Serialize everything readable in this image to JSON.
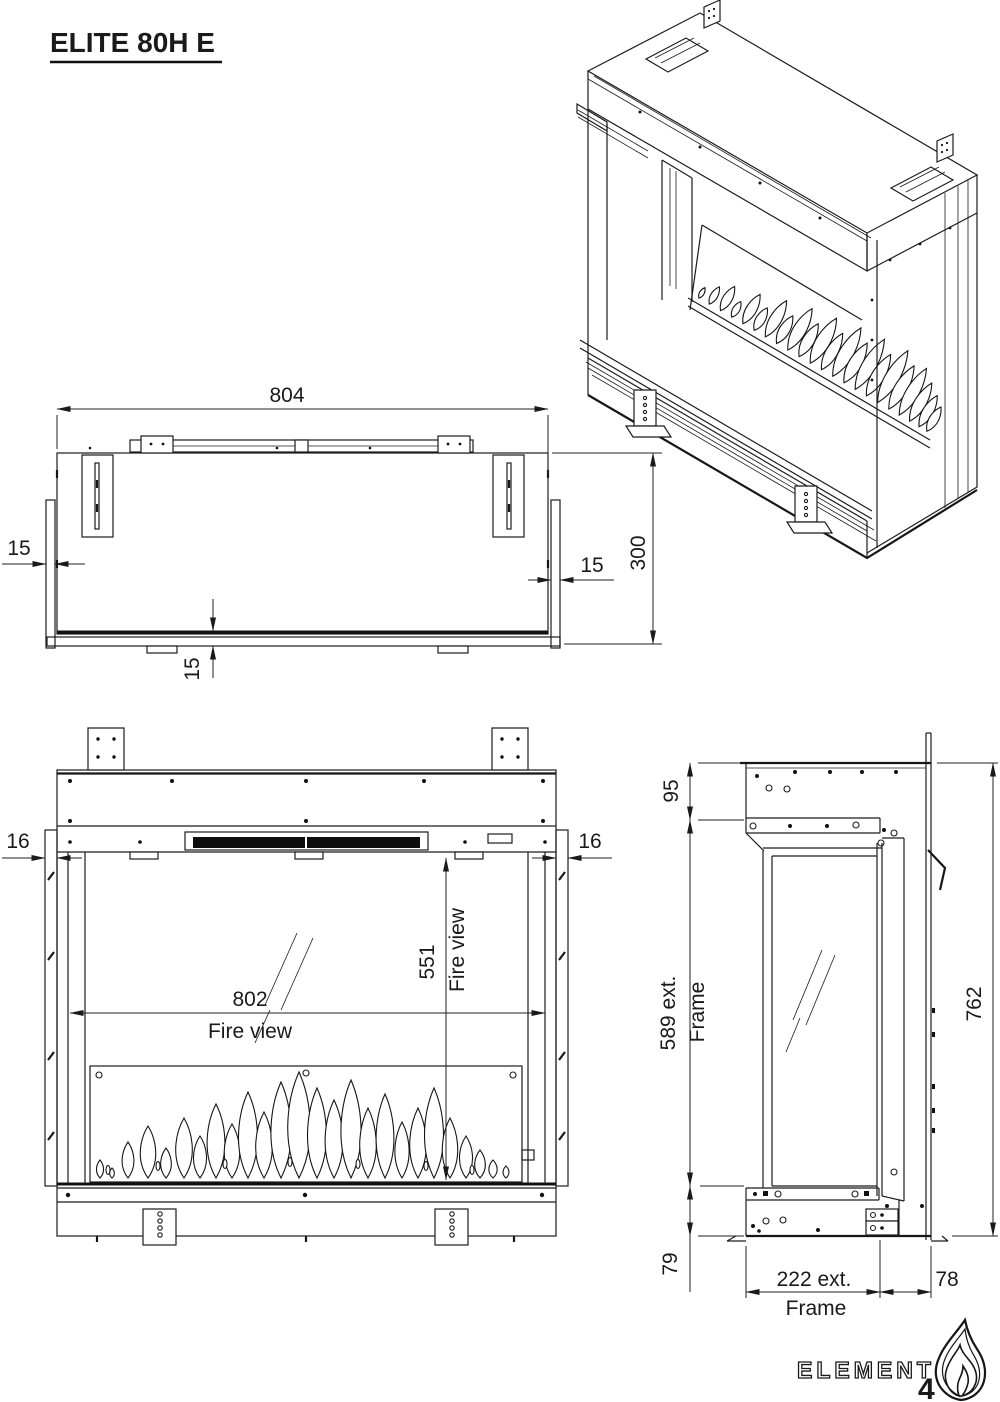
{
  "title": "ELITE 80H E",
  "top_view": {
    "width": "804",
    "depth": "300",
    "glass_left": "15",
    "glass_right": "15",
    "glass_front": "15"
  },
  "front_view": {
    "glass_left": "16",
    "glass_right": "16",
    "fire_width": "802",
    "fire_width_caption": "Fire view",
    "fire_height": "551",
    "fire_height_caption": "Fire view"
  },
  "side_view": {
    "top_section": "95",
    "frame_height": "589 ext.",
    "frame_height_caption": "Frame",
    "total_height": "762",
    "base_height": "79",
    "frame_depth": "222 ext.",
    "frame_depth_caption": "Frame",
    "rear_depth": "78"
  },
  "logo": {
    "brand": "ELEMENT",
    "suffix": "4"
  }
}
